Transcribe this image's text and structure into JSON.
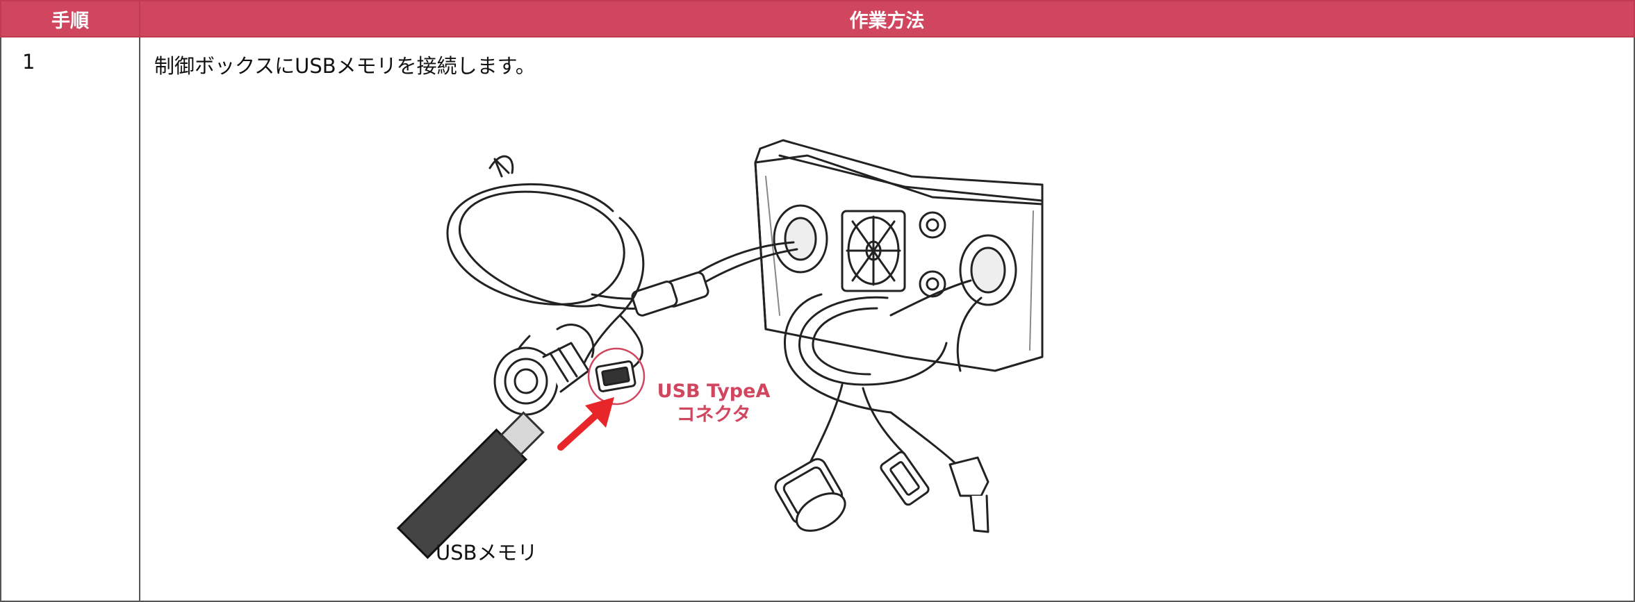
{
  "table": {
    "header": {
      "step_label": "手順",
      "method_label": "作業方法"
    },
    "rows": [
      {
        "step": "1",
        "instruction": "制御ボックスにUSBメモリを接続します。",
        "illustration": {
          "connector_label_line1": "USB TypeA",
          "connector_label_line2": "コネクタ",
          "usb_memory_label": "USBメモリ"
        }
      }
    ]
  },
  "colors": {
    "header_bg": "#d1465f",
    "accent_red": "#d1465f",
    "arrow_red": "#e8262a"
  }
}
